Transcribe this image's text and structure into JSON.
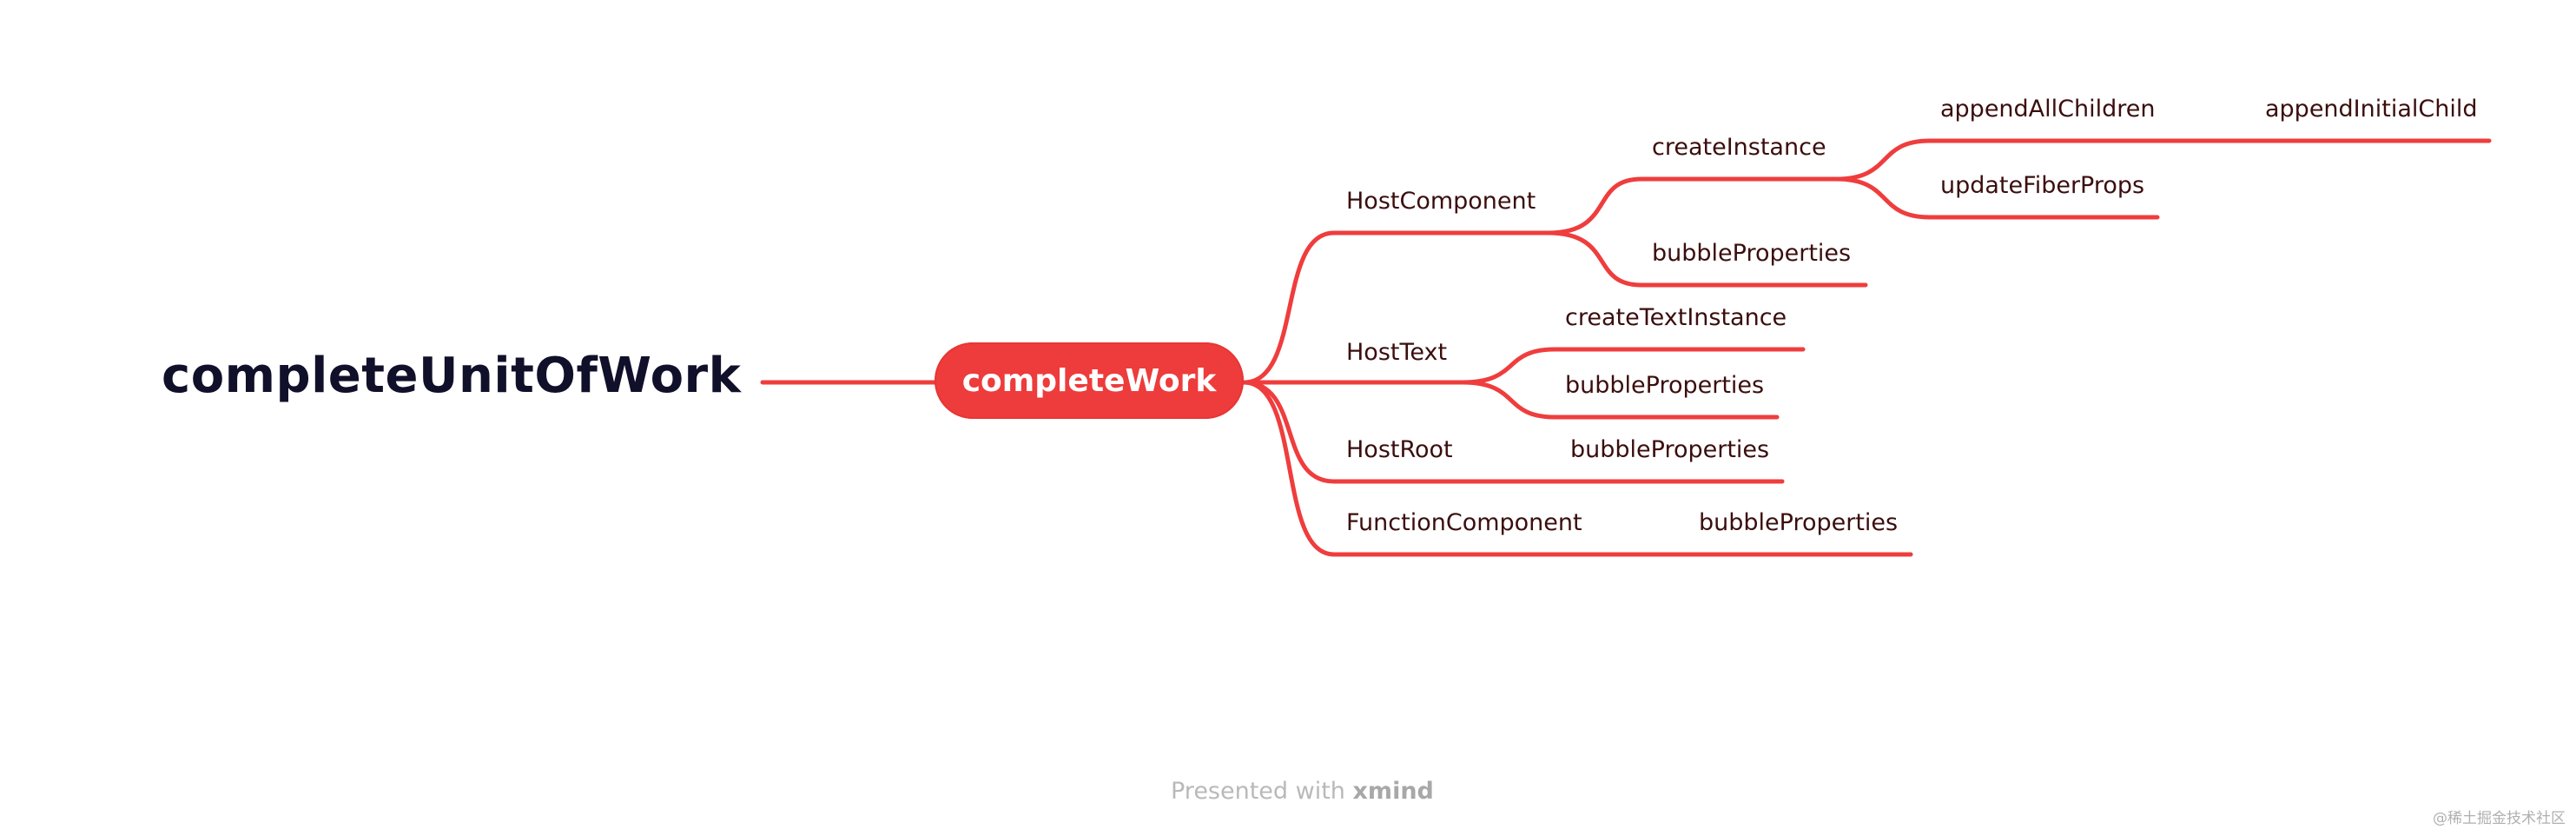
{
  "root": {
    "label": "completeUnitOfWork"
  },
  "central": {
    "label": "completeWork"
  },
  "branches": {
    "host_component": {
      "label": "HostComponent",
      "create_instance": {
        "label": "createInstance",
        "append_all_children": {
          "label": "appendAllChildren",
          "append_initial_child": "appendInitialChild"
        },
        "update_fiber_props": "updateFiberProps"
      },
      "bubble_properties": "bubbleProperties"
    },
    "host_text": {
      "label": "HostText",
      "create_text_instance": "createTextInstance",
      "bubble_properties": "bubbleProperties"
    },
    "host_root": {
      "label": "HostRoot",
      "bubble_properties": "bubbleProperties"
    },
    "function_component": {
      "label": "FunctionComponent",
      "bubble_properties": "bubbleProperties"
    }
  },
  "footer": {
    "prefix": "Presented with",
    "brand": "xmind"
  },
  "watermark": "@稀土掘金技术社区",
  "colors": {
    "branch": "#ef3d3d",
    "central_fill": "#ee3b3b",
    "root_text": "#10102a",
    "node_text": "#3b0e0e"
  }
}
